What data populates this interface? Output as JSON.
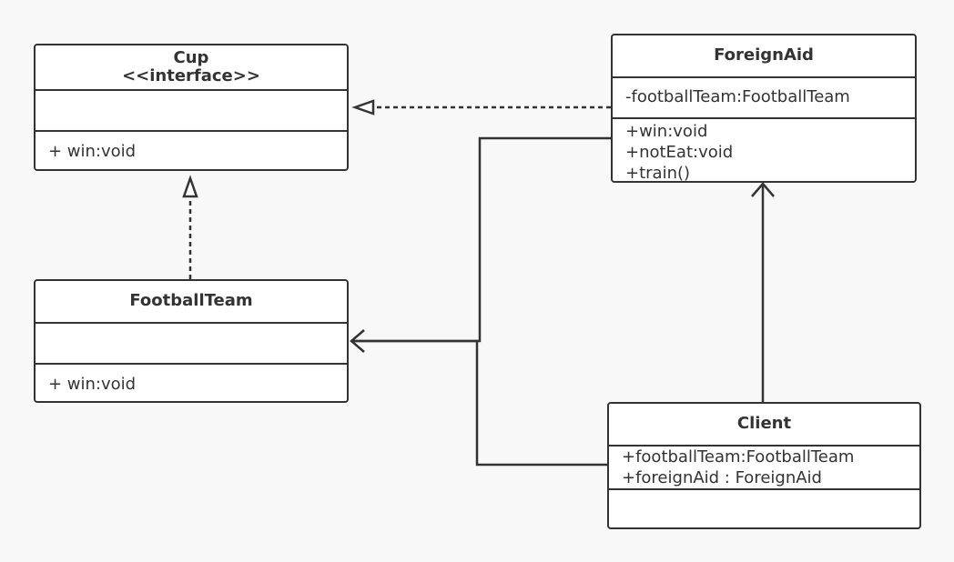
{
  "diagram": {
    "classes": {
      "cup": {
        "name": "Cup",
        "stereotype": "<<interface>>",
        "attributes": [],
        "methods": [
          "+ win:void"
        ]
      },
      "foreign_aid": {
        "name": "ForeignAid",
        "attributes": [
          "-footballTeam:FootballTeam"
        ],
        "methods": [
          "+win:void",
          "+notEat:void",
          "+train()"
        ]
      },
      "football_team": {
        "name": "FootballTeam",
        "attributes": [],
        "methods": [
          "+ win:void"
        ]
      },
      "client": {
        "name": "Client",
        "attributes": [
          "+footballTeam:FootballTeam",
          "+foreignAid : ForeignAid"
        ],
        "methods": []
      }
    },
    "relations": [
      {
        "from": "ForeignAid",
        "to": "Cup",
        "type": "realization"
      },
      {
        "from": "FootballTeam",
        "to": "Cup",
        "type": "realization"
      },
      {
        "from": "ForeignAid",
        "to": "FootballTeam",
        "type": "association"
      },
      {
        "from": "Client",
        "to": "FootballTeam",
        "type": "association"
      },
      {
        "from": "Client",
        "to": "ForeignAid",
        "type": "association"
      }
    ],
    "colors": {
      "line": "#333333",
      "box_fill": "#ffffff",
      "background": "#f8f8f8"
    }
  }
}
